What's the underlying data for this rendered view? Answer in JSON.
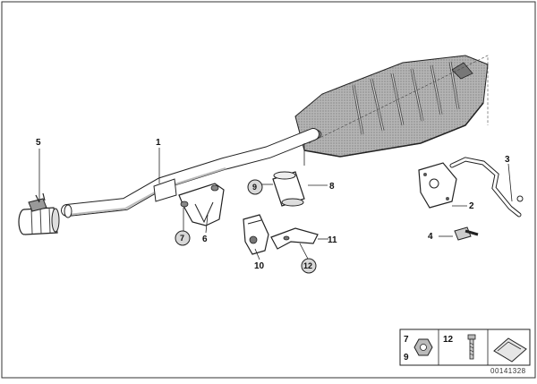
{
  "diagram": {
    "callouts": {
      "c1": "1",
      "c2": "2",
      "c3": "3",
      "c4": "4",
      "c5": "5",
      "c6": "6",
      "c7": "7",
      "c8": "8",
      "c9": "9",
      "c10": "10",
      "c11": "11",
      "c12": "12"
    },
    "legend": {
      "top_left": "7",
      "bottom_left": "9",
      "middle": "12"
    },
    "part_number": "00141328"
  },
  "colors": {
    "line": "#222222",
    "shade": "#9a9a9a",
    "light_shade": "#cfcfcf"
  }
}
